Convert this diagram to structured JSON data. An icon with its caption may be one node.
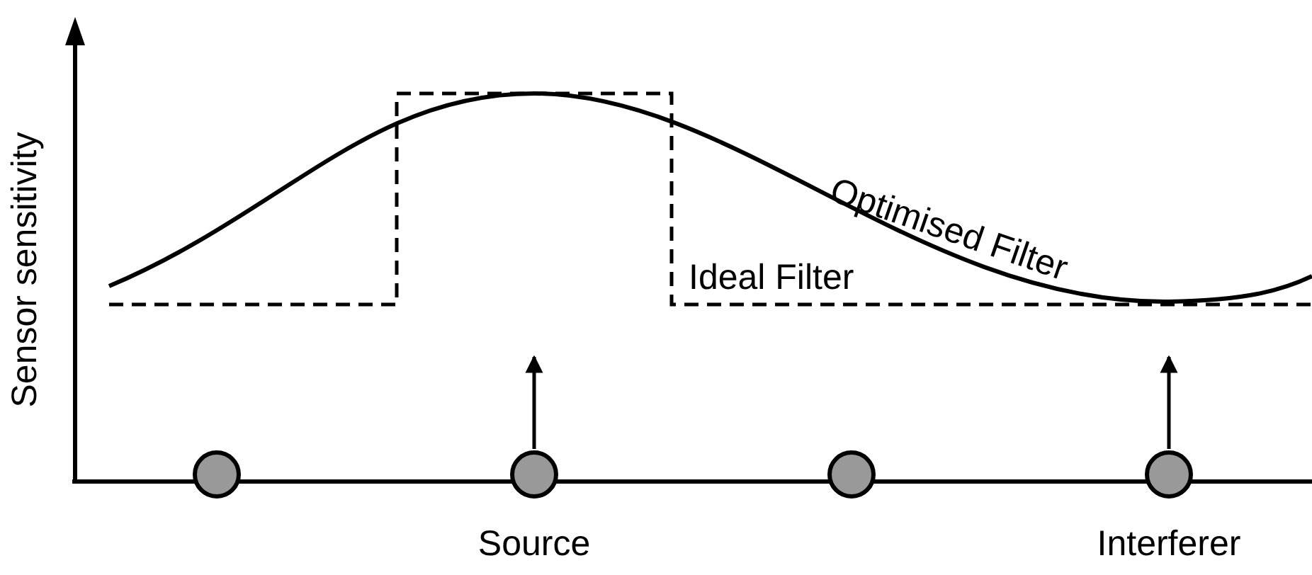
{
  "diagram": {
    "nodes": [
      {
        "text": [],
        "shape": "circle"
      },
      {
        "text": [],
        "shape": "circle",
        "beside": [
          "Source"
        ]
      },
      {
        "text": [],
        "shape": "circle"
      },
      {
        "text": [],
        "shape": "circle",
        "beside": [
          "Interferer"
        ]
      }
    ],
    "edges": [
      {
        "from": 1,
        "to": null,
        "arrow": "to"
      },
      {
        "from": 3,
        "to": null,
        "arrow": "to"
      }
    ],
    "labels": [
      "Sensor sensitivity",
      "Optimised Filter",
      "Ideal Filter"
    ]
  }
}
